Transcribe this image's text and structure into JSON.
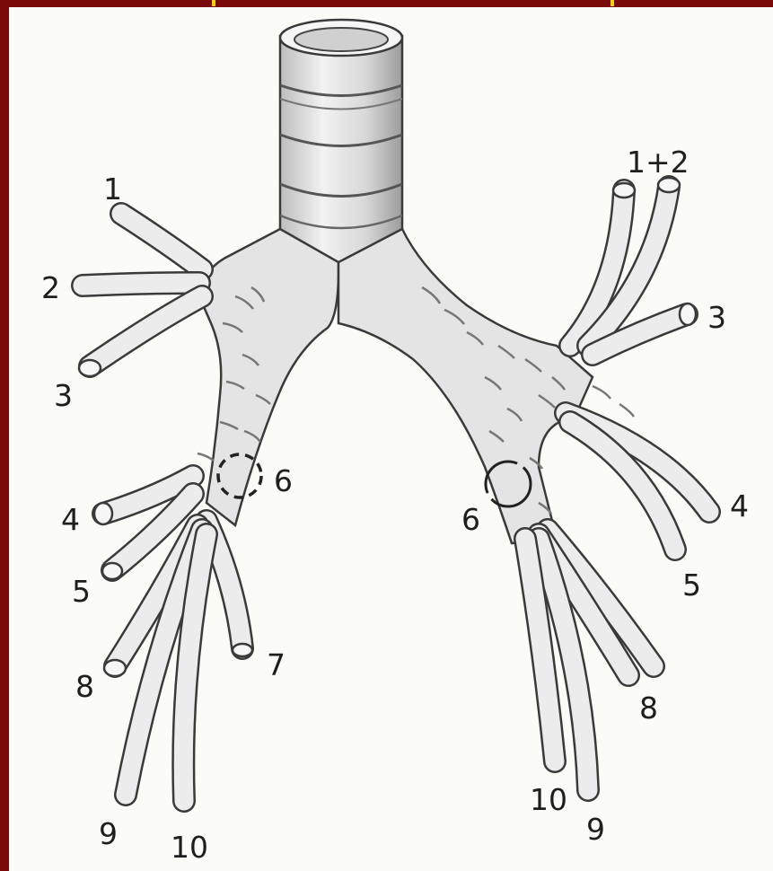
{
  "colors": {
    "frame": "#7a0a0a",
    "paper": "#fbfbf8",
    "ink": "#1e1e1e",
    "tube": "#e6e6e6",
    "accent": "#f2d400"
  },
  "right_side_labels": [
    "1",
    "2",
    "3",
    "4",
    "5",
    "6",
    "7",
    "8",
    "9",
    "10"
  ],
  "left_side_labels": [
    "1+2",
    "3",
    "4",
    "5",
    "6",
    "8",
    "9",
    "10"
  ],
  "markers": [
    "dashed-circle-right-6",
    "open-circle-left-6"
  ]
}
